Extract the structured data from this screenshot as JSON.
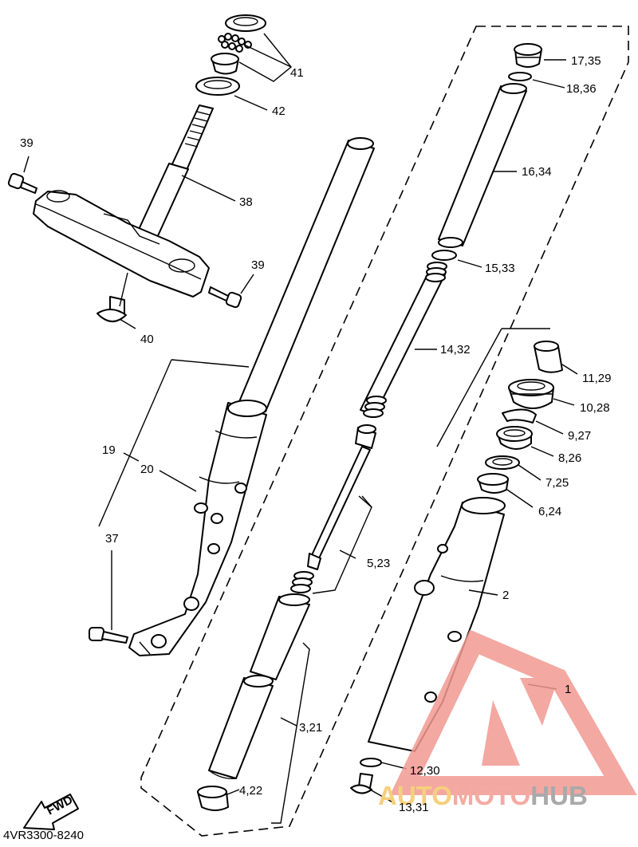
{
  "labels": {
    "l_1": "1",
    "l_2": "2",
    "l_3_21": "3,21",
    "l_4_22": "4,22",
    "l_5_23": "5,23",
    "l_6_24": "6,24",
    "l_7_25": "7,25",
    "l_8_26": "8,26",
    "l_9_27": "9,27",
    "l_10_28": "10,28",
    "l_11_29": "11,29",
    "l_12_30": "12,30",
    "l_13_31": "13,31",
    "l_14_32": "14,32",
    "l_15_33": "15,33",
    "l_16_34": "16,34",
    "l_17_35": "17,35",
    "l_18_36": "18,36",
    "l_19": "19",
    "l_20": "20",
    "l_37": "37",
    "l_38": "38",
    "l_39a": "39",
    "l_39b": "39",
    "l_40": "40",
    "l_41": "41",
    "l_42": "42"
  },
  "fwd_label": "FWD",
  "catalog_number": "4VR3300-8240",
  "watermark": {
    "part_auto": "AUTO",
    "part_moto": "MOTO",
    "part_hub": "HUB",
    "color_auto": "#f6cf7c",
    "color_moto": "#f4aaa2",
    "color_hub": "#a9a9ab",
    "logo_color": "#f19a92"
  }
}
